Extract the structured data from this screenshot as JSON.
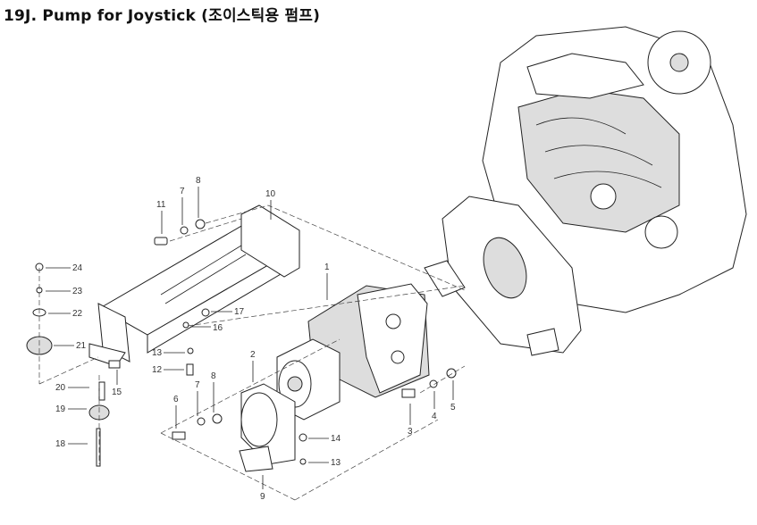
{
  "title": "19J. Pump for Joystick (조이스틱용 펌프)",
  "callouts": [
    "1",
    "2",
    "3",
    "4",
    "5",
    "6",
    "7",
    "7",
    "8",
    "8",
    "9",
    "10",
    "11",
    "12",
    "13",
    "13",
    "14",
    "15",
    "16",
    "17",
    "18",
    "19",
    "20",
    "21",
    "22",
    "23",
    "24"
  ]
}
